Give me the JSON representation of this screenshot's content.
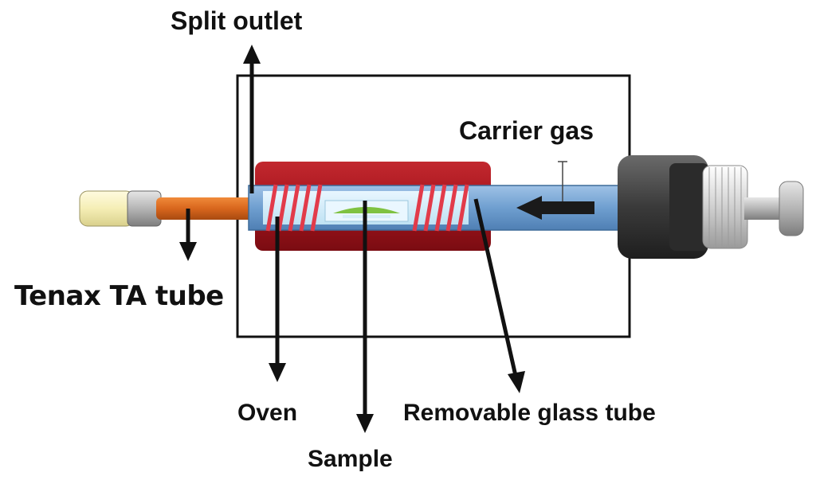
{
  "labels": {
    "split_outlet": "Split outlet",
    "carrier_gas": "Carrier gas",
    "tenax_tube": "Tenax TA tube",
    "oven": "Oven",
    "sample": "Sample",
    "removable_glass_tube": "Removable glass tube"
  },
  "colors": {
    "oven": "#a5141c",
    "glass_tube": "#6f9fd0",
    "tenax_tube": "#d8661d",
    "fitting": "#3a3a3a",
    "heating_coil": "#e23b4a",
    "sample": "#7fc241",
    "arrow": "#111111"
  }
}
